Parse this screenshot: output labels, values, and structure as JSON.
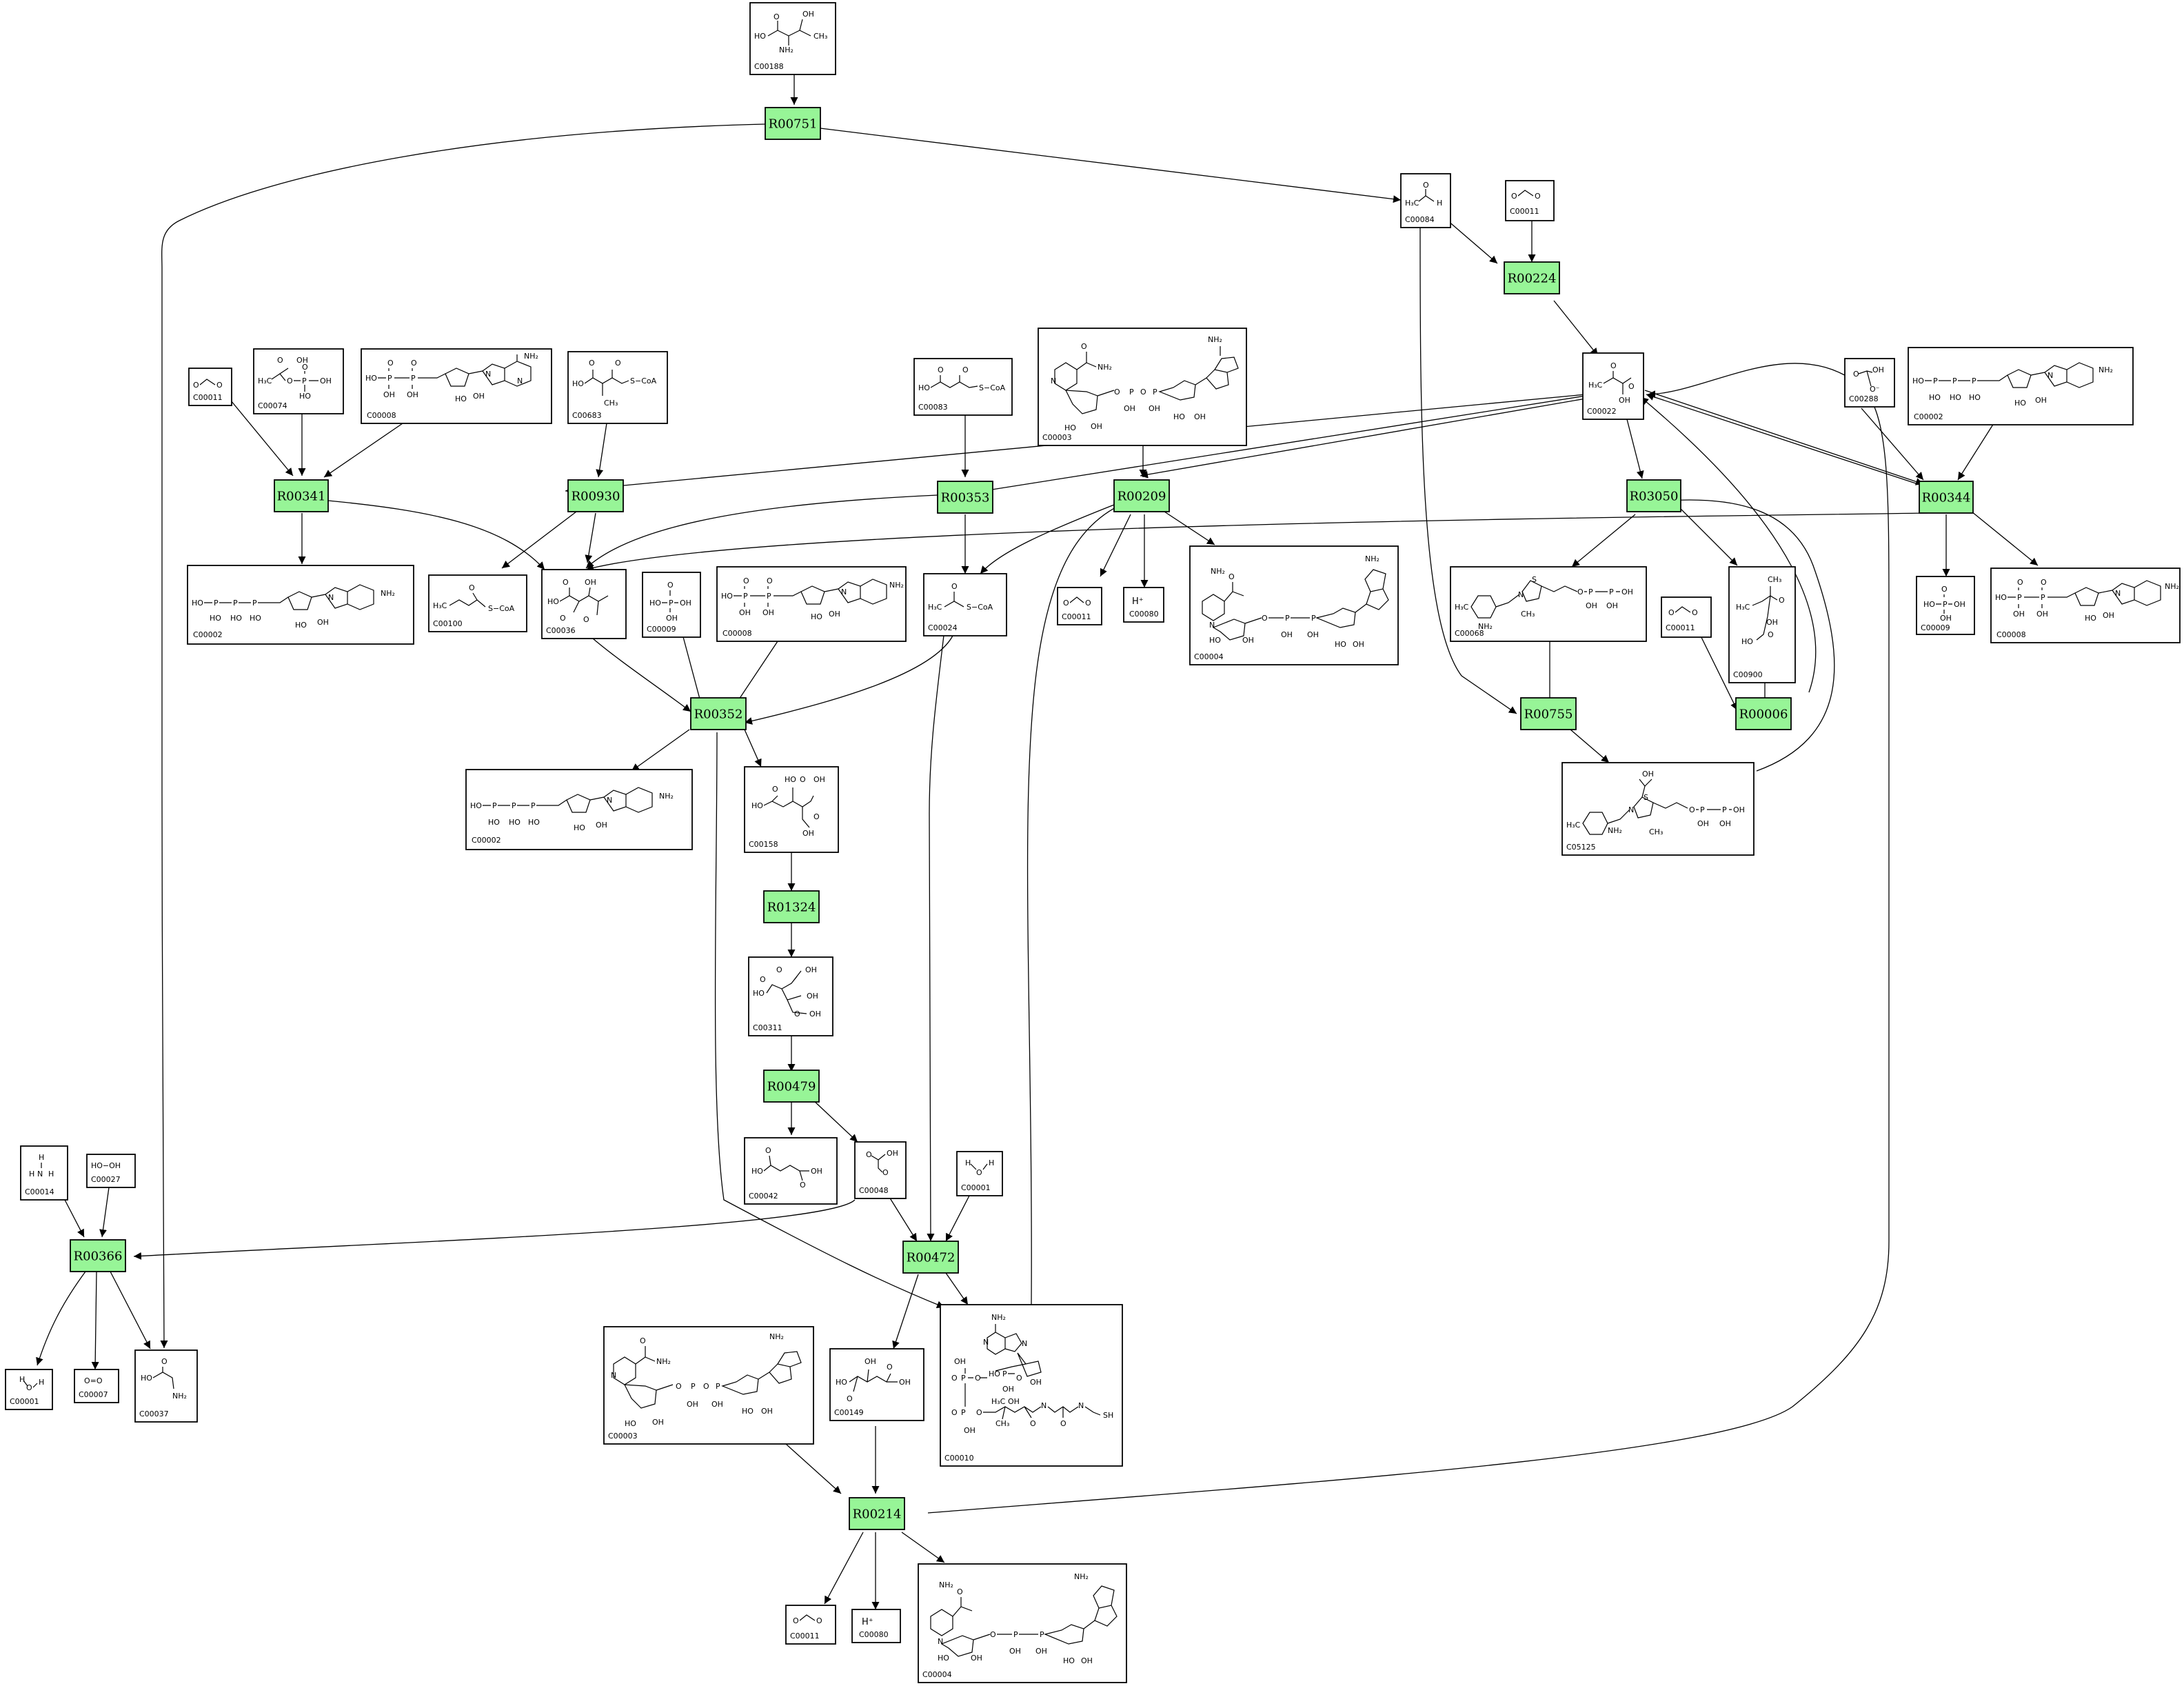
{
  "reactions": {
    "R00751": "R00751",
    "R00224": "R00224",
    "R00341": "R00341",
    "R00930": "R00930",
    "R00353": "R00353",
    "R00209": "R00209",
    "R03050": "R03050",
    "R00344": "R00344",
    "R00352": "R00352",
    "R00755": "R00755",
    "R00006": "R00006",
    "R01324": "R01324",
    "R00479": "R00479",
    "R00366": "R00366",
    "R00472": "R00472",
    "R00214": "R00214"
  },
  "compounds": {
    "n1": "C00188",
    "n2": "C00084",
    "n3": "C00011",
    "n4": "C00022",
    "n5": "C00011",
    "n6": "C00074",
    "n7": "C00008",
    "n8": "C00683",
    "n9": "C00083",
    "n10": "C00003",
    "n11": "C00288",
    "n12": "C00002",
    "n13": "C00002",
    "n14": "C00100",
    "n15": "C00036",
    "n16": "C00009",
    "n17": "C00008",
    "n18": "C00024",
    "n19": "C00011",
    "n20": "C00080",
    "n21": "C00004",
    "n22": "C00068",
    "n23": "C00011",
    "n24": "C00900",
    "n25": "C00009",
    "n26": "C00008",
    "n27": "C00002",
    "n28": "C00158",
    "n29": "C05125",
    "n30": "C00311",
    "n31": "C00014",
    "n32": "C00027",
    "n33": "C00042",
    "n34": "C00048",
    "n35": "C00001",
    "n36": "C00001",
    "n37": "C00007",
    "n38": "C00037",
    "n39": "C00003",
    "n40": "C00149",
    "n41": "C00010",
    "n42": "C00011",
    "n43": "C00080",
    "n44": "C00004"
  },
  "structure_text": {
    "ho": "HO",
    "oh": "OH",
    "o": "O",
    "nh2": "NH₂",
    "ch3": "CH₃",
    "h3c": "H₃C",
    "h": "H",
    "n": "N",
    "s": "S",
    "p": "P",
    "hplus": "H⁺",
    "sh": "SH",
    "scoa": "S−CoA",
    "hooh": "HO−OH",
    "oeqo": "O=O",
    "ominus": "O⁻"
  },
  "colors": {
    "reaction_fill": "#97f597",
    "stroke": "#000000",
    "background": "#ffffff"
  }
}
